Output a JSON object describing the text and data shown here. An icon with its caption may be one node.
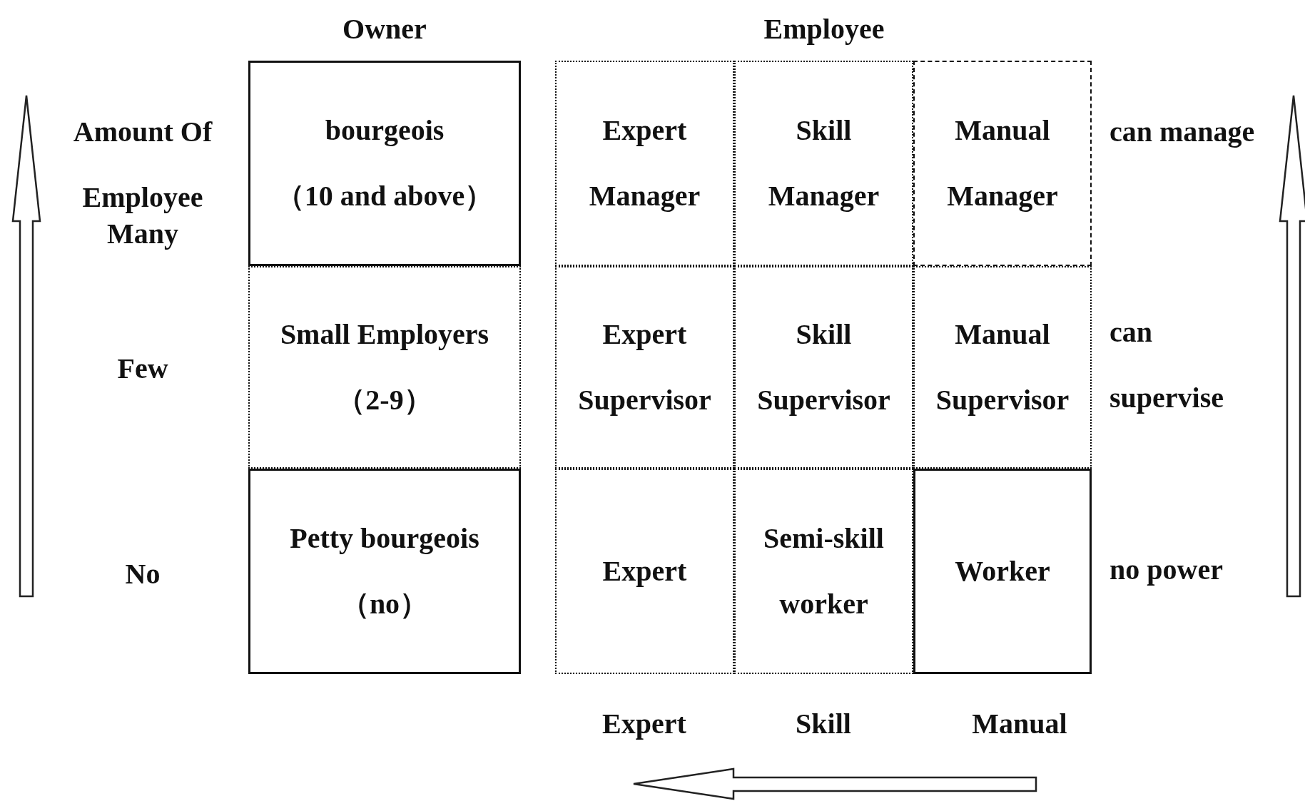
{
  "diagram": {
    "nodes": [
      {
        "text": [
          "bourgeois",
          "（10 and above）"
        ]
      },
      {
        "text": [
          "Small Employers",
          "（2-9）"
        ]
      },
      {
        "text": [
          "Petty bourgeois",
          "（no）"
        ]
      },
      {
        "text": [
          "Expert Manager"
        ]
      },
      {
        "text": [
          "Skill Manager"
        ]
      },
      {
        "text": [
          "Manual Manager"
        ]
      },
      {
        "text": [
          "Expert Supervisor"
        ]
      },
      {
        "text": [
          "Skill Supervisor"
        ]
      },
      {
        "text": [
          "Manual Supervisor"
        ]
      },
      {
        "text": [
          "Expert"
        ]
      },
      {
        "text": [
          "Semi-skill worker"
        ]
      },
      {
        "text": [
          "Worker"
        ]
      }
    ],
    "edges": [],
    "labels": [
      "Owner",
      "Employee",
      "Amount Of Employee",
      "Many",
      "can manage",
      "can supervise",
      "Few",
      "No",
      "no power",
      "Expert",
      "Skill",
      "Manual"
    ]
  }
}
